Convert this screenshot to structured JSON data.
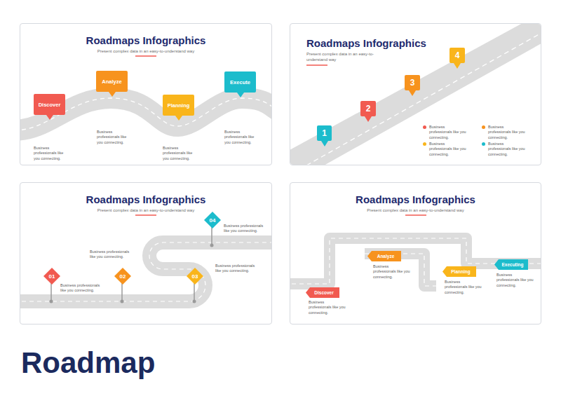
{
  "diagram": {
    "title": "Roadmap",
    "nodes": [
      {
        "text": [
          "Roadmaps Infographics",
          "Present complex data in an easy-to-understand way"
        ]
      },
      {
        "text": [
          "Discover"
        ],
        "in": 0
      },
      {
        "text": [
          "Analyze"
        ],
        "in": 0
      },
      {
        "text": [
          "Planning"
        ],
        "in": 0
      },
      {
        "text": [
          "Execute"
        ],
        "in": 0
      },
      {
        "text": [
          "Roadmaps Infographics",
          "Present complex data in an easy-to-understand way"
        ]
      },
      {
        "text": [
          "1"
        ],
        "in": 5
      },
      {
        "text": [
          "2"
        ],
        "in": 5
      },
      {
        "text": [
          "3"
        ],
        "in": 5
      },
      {
        "text": [
          "4"
        ],
        "in": 5
      },
      {
        "text": [
          "Roadmaps Infographics",
          "Present complex data in an easy-to-understand way"
        ]
      },
      {
        "text": [
          "01"
        ],
        "in": 10
      },
      {
        "text": [
          "02"
        ],
        "in": 10
      },
      {
        "text": [
          "03"
        ],
        "in": 10
      },
      {
        "text": [
          "04"
        ],
        "in": 10
      },
      {
        "text": [
          "Roadmaps Infographics",
          "Present complex data in an easy-to-understand way"
        ]
      },
      {
        "text": [
          "Discover"
        ],
        "in": 15
      },
      {
        "text": [
          "Analyze"
        ],
        "in": 15
      },
      {
        "text": [
          "Planning"
        ],
        "in": 15
      },
      {
        "text": [
          "Executing"
        ],
        "in": 15
      }
    ],
    "labels": [
      "Business professionals like you connecting.",
      "Business professionals like you connecting.",
      "Business professionals like you connecting.",
      "Business professionals like you connecting.",
      "Business professionals like you connecting.",
      "Business professionals like you connecting.",
      "Business professionals like you connecting.",
      "Business professionals like you connecting.",
      "Business professionals like you connecting.",
      "Business professionals like you connecting.",
      "Business professionals like you connecting.",
      "Business professionals like you connecting."
    ],
    "legend": [
      {
        "text": "Business professionals like you connecting.",
        "color": "#f15a50"
      },
      {
        "text": "Business professionals like you connecting.",
        "color": "#f7931e"
      },
      {
        "text": "Business professionals like you connecting.",
        "color": "#f9b51b"
      },
      {
        "text": "Business professionals like you connecting.",
        "color": "#1cbccc"
      }
    ]
  }
}
